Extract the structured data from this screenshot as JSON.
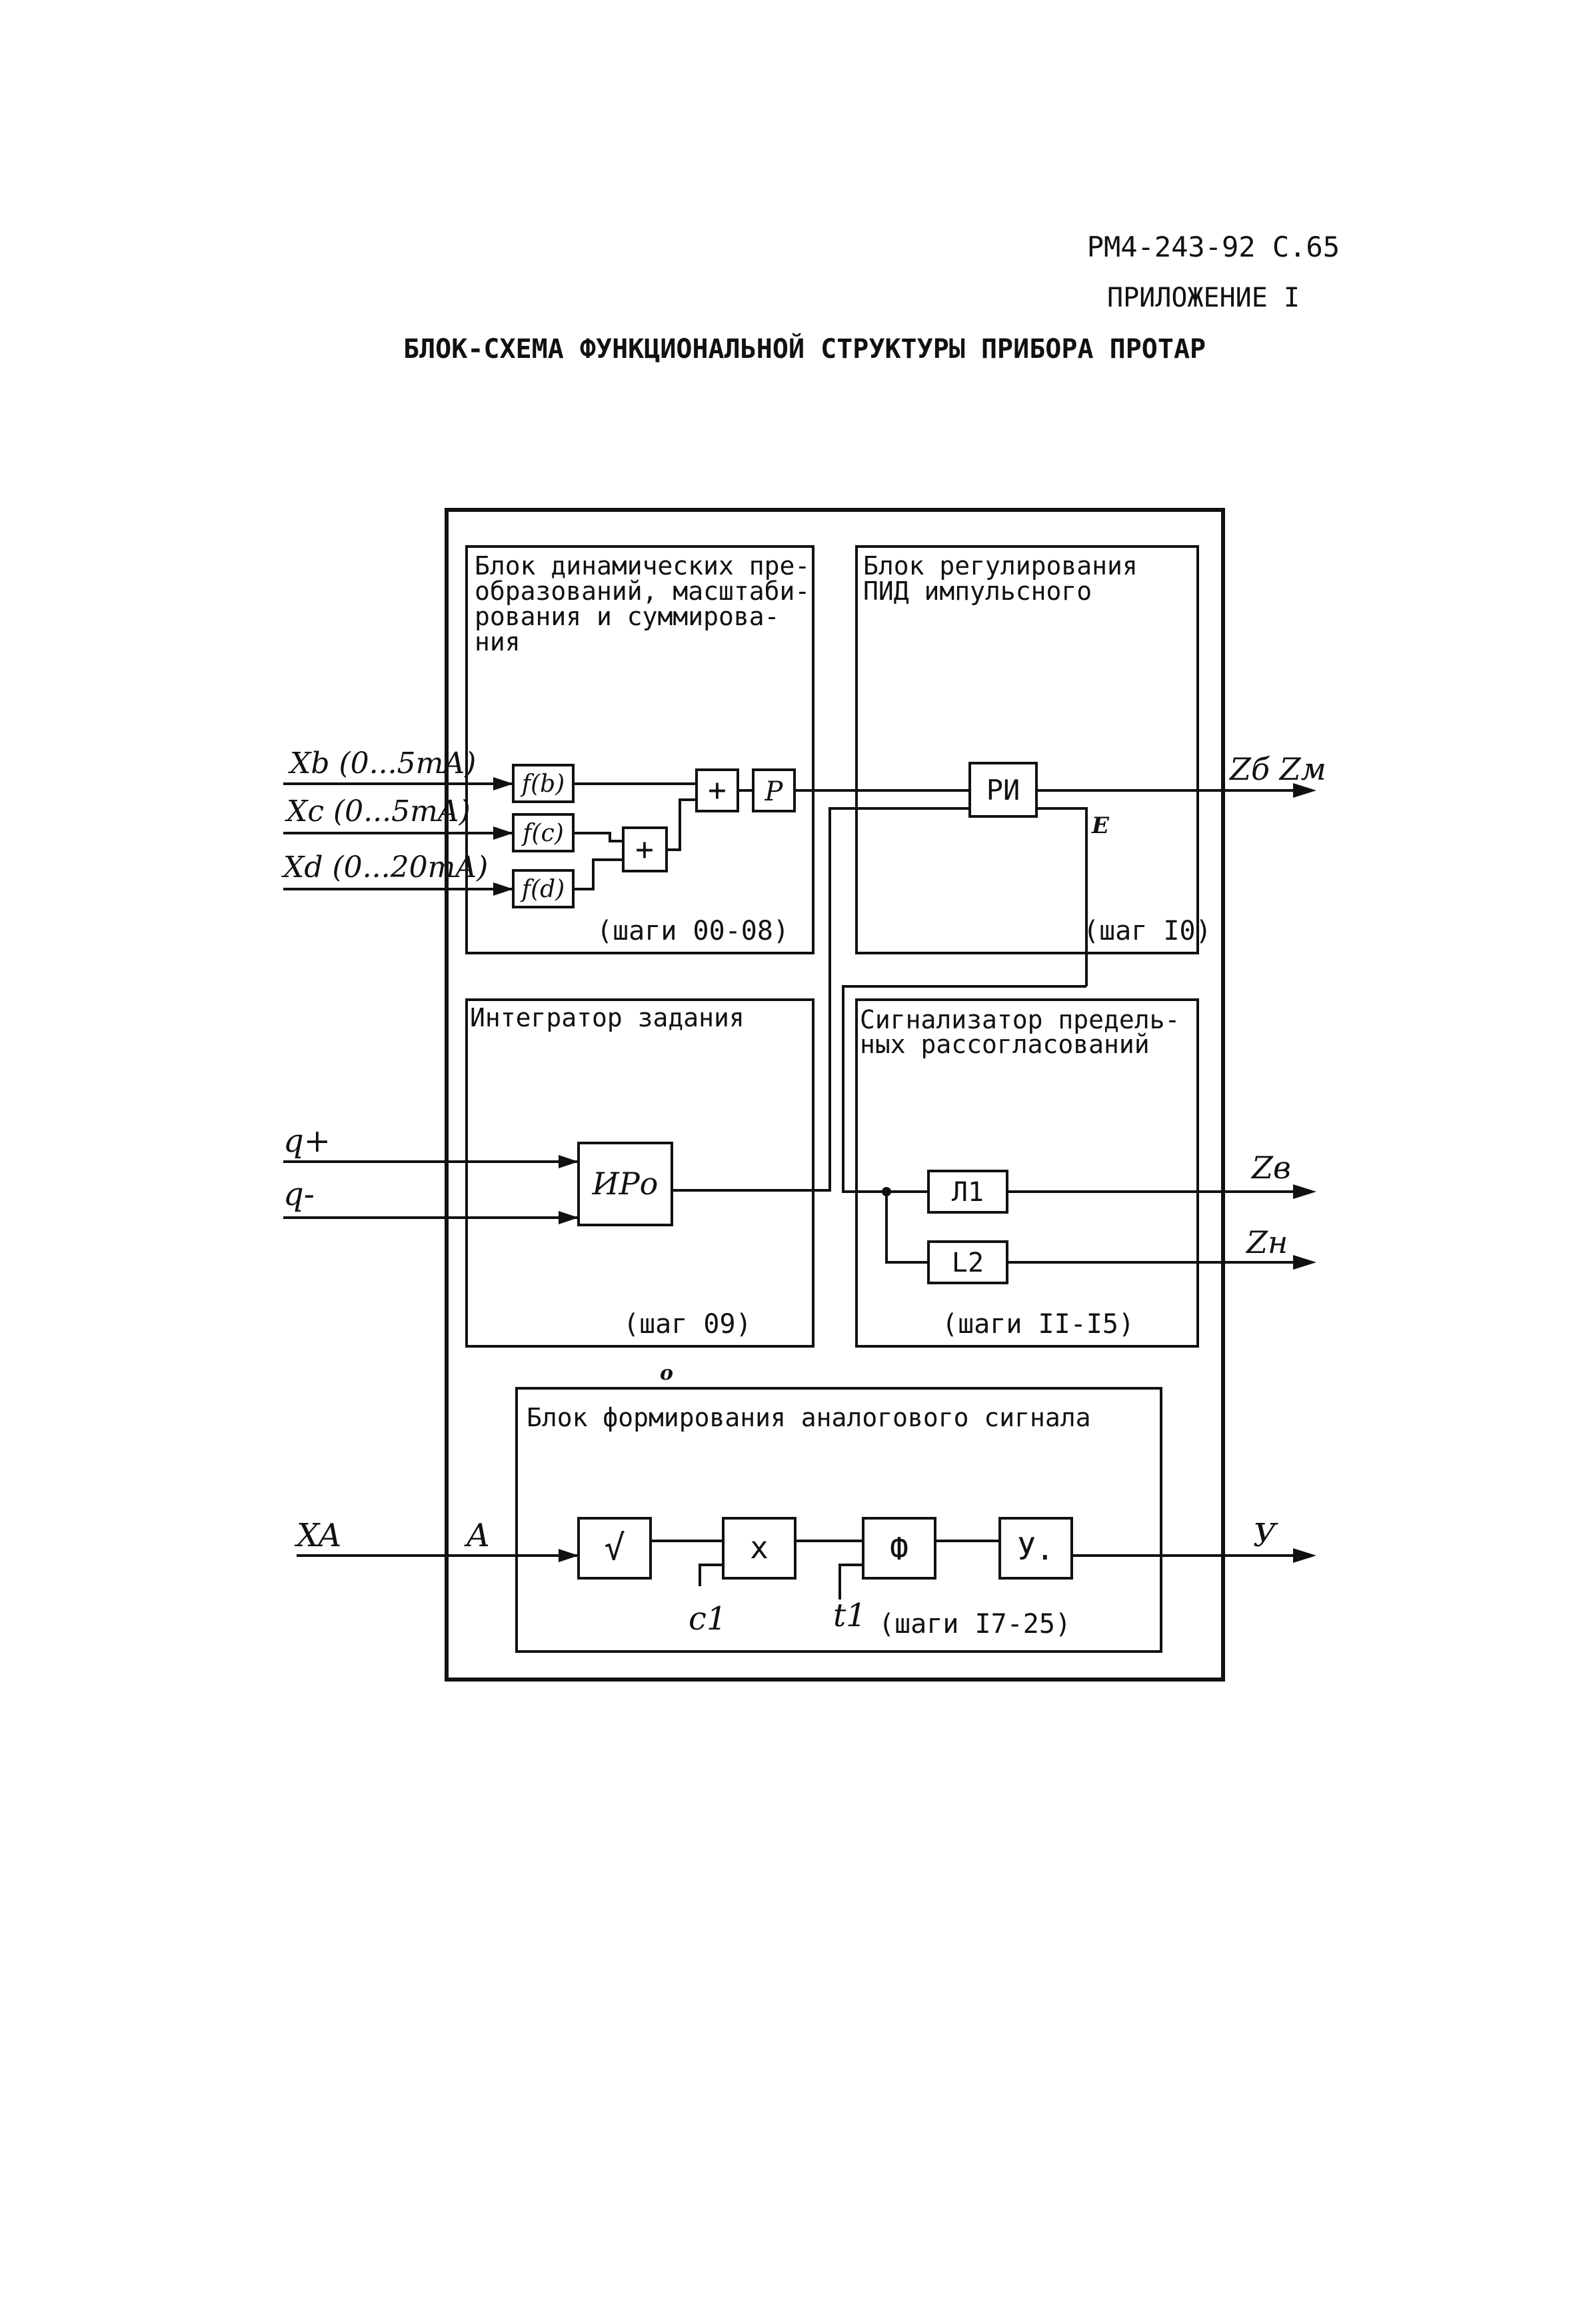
{
  "header": {
    "doc_code": "РМ4-243-92 С.65",
    "appendix": "ПРИЛОЖЕНИЕ I",
    "title": "БЛОК-СХЕМА ФУНКЦИОНАЛЬНОЙ СТРУКТУРЫ ПРИБОРА ПРОТАР"
  },
  "blocks": {
    "dynamic": {
      "title_lines": [
        "Блок динамических пре-",
        "образований, масштаби-",
        "рования и суммирова-",
        "ния"
      ],
      "steps": "(шаги 00-08)"
    },
    "regulation": {
      "title_lines": [
        "Блок регулирования",
        "ПИД импульсного"
      ],
      "steps": "(шаг I0)"
    },
    "integrator": {
      "title_lines": [
        "Интегратор задания"
      ],
      "steps": "(шаг 09)"
    },
    "alarm": {
      "title_lines": [
        "Сигнализатор предель-",
        "ных рассогласований"
      ],
      "steps": "(шаги II-I5)"
    },
    "analog": {
      "title_lines": [
        "Блок формирования аналогового сигнала"
      ],
      "steps": "(шаги I7-25)"
    }
  },
  "elements": {
    "fb": "f(b)",
    "fc": "f(c)",
    "fd": "f(d)",
    "sum1": "+",
    "sum2": "+",
    "p": "P",
    "ri": "РИ",
    "ipo": "ИРо",
    "l1": "Л1",
    "l2": "L2",
    "sqrt": "√",
    "mult": "x",
    "phi": "Ф",
    "u": "У."
  },
  "signals": {
    "xb": "Xb (0...5mA)",
    "xc": "Xc (0...5mA)",
    "xd": "Xd (0...20mA)",
    "zb_zm": "Zб Zм",
    "e": "E",
    "q_plus": "q+",
    "q_minus": "q-",
    "zv": "Zв",
    "zn": "Zн",
    "xa": "XA",
    "a": "A",
    "y": "У",
    "c1": "c1",
    "t1": "t1",
    "o_mark": "o"
  },
  "colors": {
    "ink": "#111111",
    "paper": "#ffffff"
  }
}
